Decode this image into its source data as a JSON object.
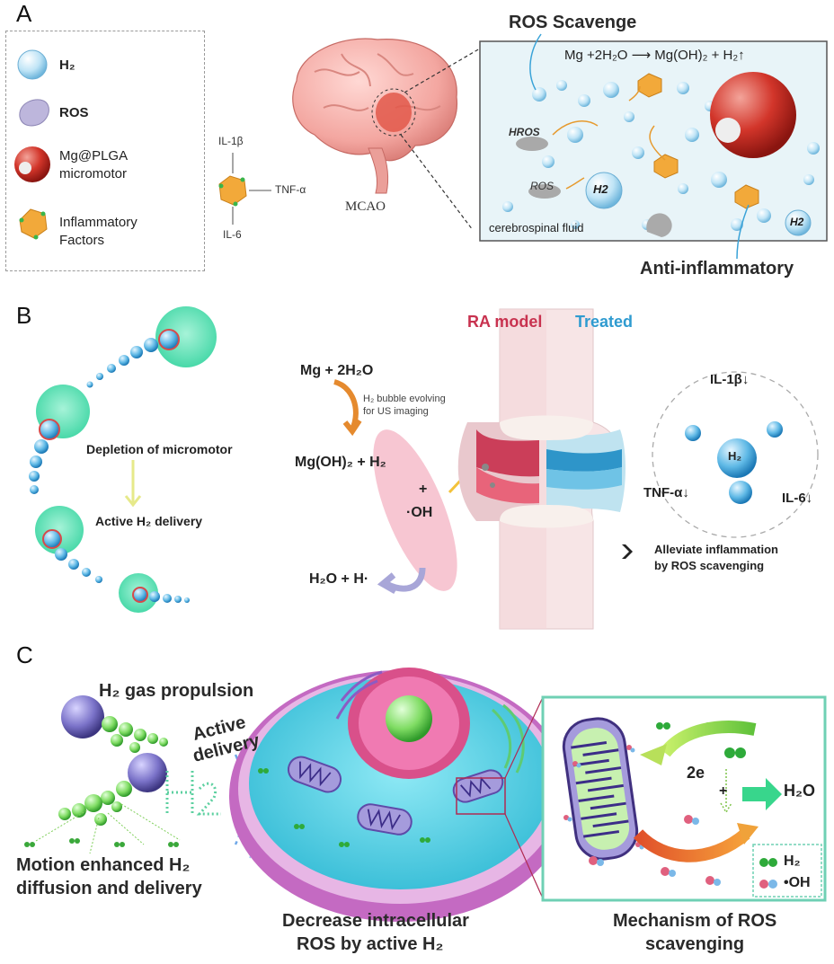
{
  "panelA": {
    "label": "A",
    "legend": {
      "h2": "H₂",
      "ros": "ROS",
      "micromotor_line1": "Mg@PLGA",
      "micromotor_line2": "micromotor",
      "inflam_line1": "Inflammatory",
      "inflam_line2": "Factors"
    },
    "cytokines": {
      "il1b": "IL-1β",
      "tnfa": "TNF-α",
      "il6": "IL-6"
    },
    "mcao": "MCAO",
    "ros_scavenge": "ROS Scavenge",
    "equation": "Mg +2H₂O ⟶ Mg(OH)₂ + H₂↑",
    "inset_labels": {
      "hros": "HROS",
      "ros": "ROS",
      "h2_big": "H2",
      "h2_small": "H2"
    },
    "csf": "cerebrospinal fluid",
    "anti": "Anti-inflammatory"
  },
  "panelB": {
    "label": "B",
    "depletion": "Depletion of micromotor",
    "active_h2": "Active H₂ delivery",
    "eq_mg": "Mg +  2H₂O",
    "bubble_line1": "H₂ bubble evolving",
    "bubble_line2": "for US imaging",
    "eq_products": "Mg(OH)₂ +  H₂",
    "plus": "+",
    "oh": "·OH",
    "h2o_h": "H₂O + H·",
    "ra_model": "RA model",
    "treated": "Treated",
    "il1b": "IL-1β↓",
    "h2": "H₂",
    "tnfa": "TNF-α↓",
    "il6": "IL-6↓",
    "alleviate_line1": "Alleviate inflammation",
    "alleviate_line2": "by ROS scavenging"
  },
  "panelC": {
    "label": "C",
    "propulsion": "H₂ gas propulsion",
    "active_delivery_line1": "Active",
    "active_delivery_line2": "delivery",
    "motion_line1": "Motion enhanced H₂",
    "motion_line2": "diffusion and delivery",
    "decrease_line1": "Decrease intracellular",
    "decrease_line2": "ROS by active H₂",
    "mech_line1": "Mechanism of ROS",
    "mech_line2": "scavenging",
    "two_e": "2e",
    "plus": "+",
    "h2o": "H₂O",
    "legend_h2": "H₂",
    "legend_oh": "•OH"
  },
  "colors": {
    "bubble": "#9fd3ee",
    "ros": "#b9b3d6",
    "micromotor": "#c8261f",
    "inflam": "#f0a93a",
    "teal": "#5fe0b5",
    "ra_red": "#d23a5c",
    "treated_blue": "#2f9bd0",
    "green": "#39b54a"
  }
}
